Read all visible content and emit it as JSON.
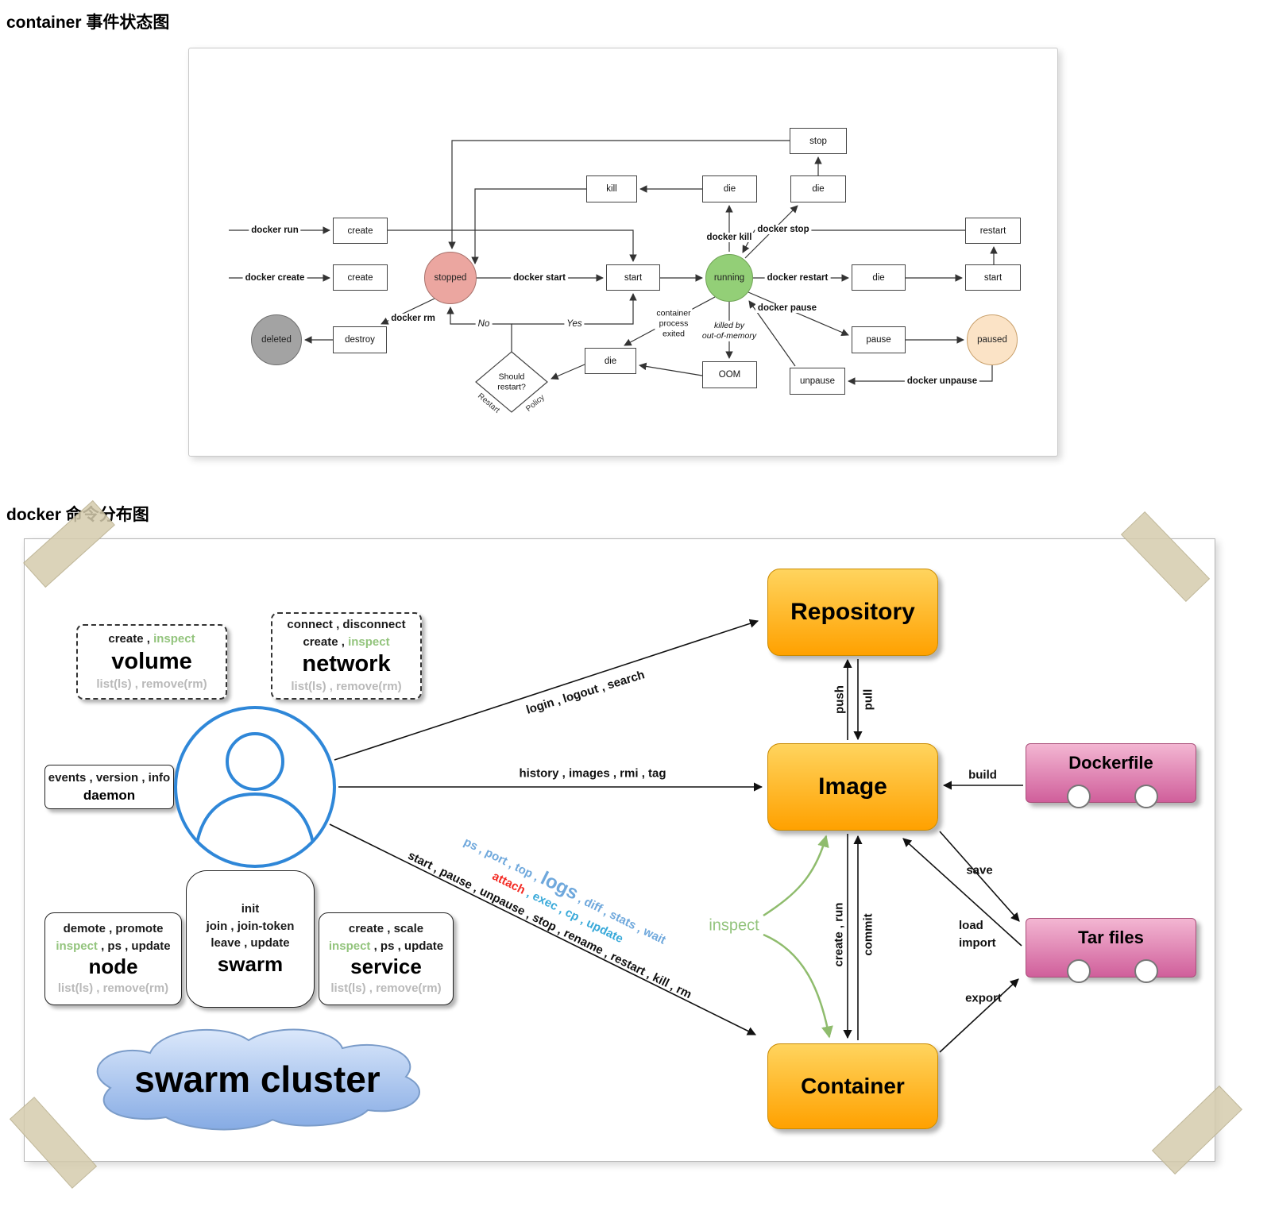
{
  "page": {
    "section1_title": "container 事件状态图",
    "section2_title": "docker 命令分布图"
  },
  "state_diagram": {
    "boxes": {
      "stop": "stop",
      "kill": "kill",
      "die1": "die",
      "die2": "die",
      "create1": "create",
      "restart_box": "restart",
      "create2": "create",
      "start1": "start",
      "die3": "die",
      "start2": "start",
      "destroy": "destroy",
      "die4": "die",
      "oom": "OOM",
      "pause": "pause",
      "unpause": "unpause"
    },
    "states": {
      "stopped": "stopped",
      "running": "running",
      "deleted": "deleted",
      "paused": "paused"
    },
    "decision_1": "Should",
    "decision_2": "restart?",
    "labels": {
      "run": "docker run",
      "create": "docker create",
      "start": "docker start",
      "rm": "docker rm",
      "kill": "docker kill",
      "stop": "docker stop",
      "restart": "docker restart",
      "pause": "docker pause",
      "unpause": "docker unpause",
      "no": "No",
      "yes": "Yes",
      "exited1": "container",
      "exited2": "process",
      "exited3": "exited",
      "killed1": "killed by",
      "killed2": "out-of-memory",
      "edge_restart": "Restart",
      "edge_policy": "Policy"
    }
  },
  "command_map": {
    "groups": {
      "volume": {
        "top_black": "create , ",
        "top_green": "inspect",
        "name": "volume",
        "bottom_gray": "list(ls) , remove(rm)"
      },
      "network": {
        "line1": "connect , disconnect",
        "top_black": "create , ",
        "top_green": "inspect",
        "name": "network",
        "bottom_gray": "list(ls) , remove(rm)"
      },
      "daemon": {
        "line1": "events , version , info",
        "name": "daemon"
      },
      "node": {
        "line1": "demote , promote",
        "line2_green": "inspect",
        "line2_black": " , ps , update",
        "name": "node",
        "bottom_gray": "list(ls) , remove(rm)"
      },
      "swarm": {
        "line1": "init",
        "line2": "join , join-token",
        "line3": "leave , update",
        "name": "swarm"
      },
      "service": {
        "line1": "create , scale",
        "line2_green": "inspect",
        "line2_black": " , ps , update",
        "name": "service",
        "bottom_gray": "list(ls) , remove(rm)"
      }
    },
    "cloud": "swarm cluster",
    "nodes": {
      "repository": "Repository",
      "image": "Image",
      "container": "Container",
      "dockerfile": "Dockerfile",
      "tarfiles": "Tar files"
    },
    "edges": {
      "repo_cmds": "login , logout , search",
      "image_cmds": "history , images , rmi , tag",
      "container_blue_a": "ps , port , top , ",
      "container_logs": "logs",
      "container_blue_b": " , diff , stats , wait",
      "container_red": "attach",
      "container_teal": " , exec , cp , update",
      "container_black": "start , pause , unpause , stop , rename , restart , kill , rm",
      "push": "push",
      "pull": "pull",
      "create_run": "create , run",
      "commit": "commit",
      "build": "build",
      "load_1": "load",
      "load_2": "import",
      "save": "save",
      "export": "export",
      "inspect": "inspect"
    },
    "colors": {
      "accent_orange": "#ffa100",
      "accent_pink": "#d05f9b",
      "accent_green": "#93c47d",
      "accent_blue": "#6fa8dc",
      "accent_red": "#f32b24",
      "gray_text": "#b9b9b9"
    }
  }
}
